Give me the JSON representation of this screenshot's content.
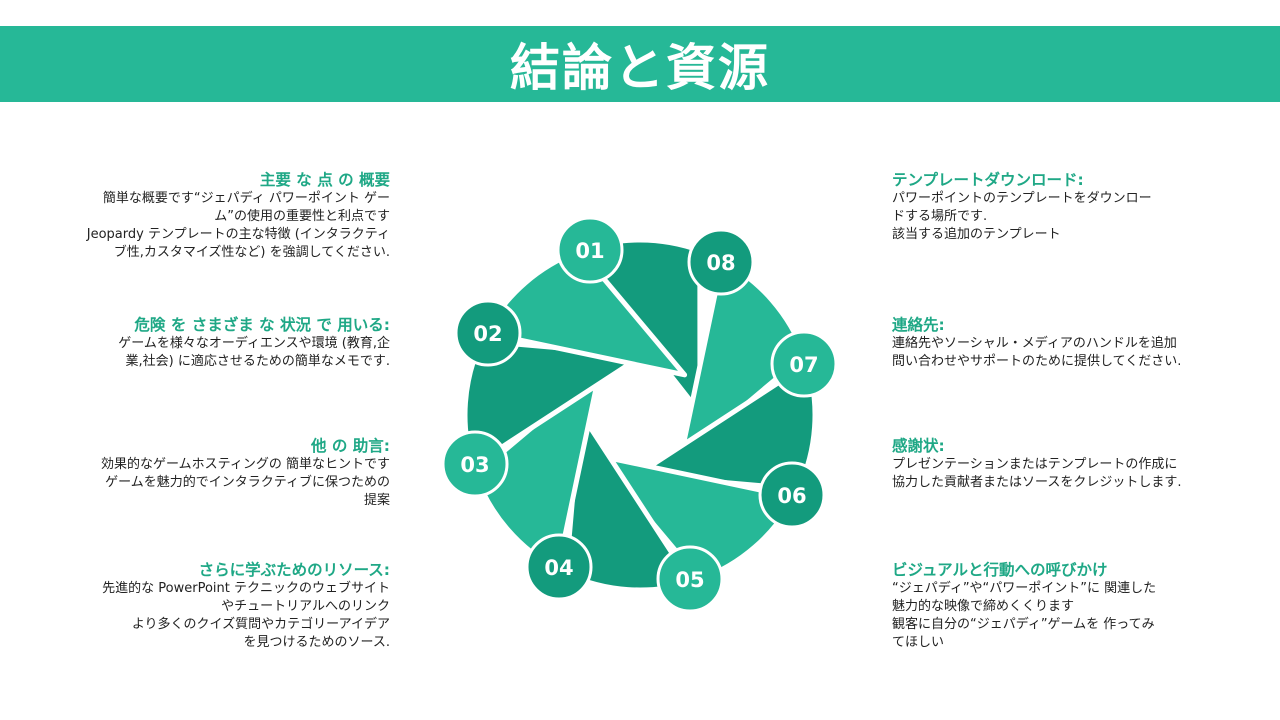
{
  "title": "結論と資源",
  "colors": {
    "accent": "#26b897",
    "dark": "#139b7d",
    "heading": "#1fa886"
  },
  "left_sections": [
    {
      "heading": "主要 な 点 の 概要",
      "lines": [
        "簡単な概要です“ジェパディ パワーポイント ゲー",
        "ム”の使用の重要性と利点です",
        "Jeopardy テンプレートの主な特徴 (インタラクティ",
        "ブ性,カスタマイズ性など) を強調してください."
      ]
    },
    {
      "heading": "危険 を さまざま な 状況 で 用いる:",
      "lines": [
        "ゲームを様々なオーディエンスや環境 (教育,企",
        "業,社会) に適応させるための簡単なメモです."
      ]
    },
    {
      "heading": "他 の 助言:",
      "lines": [
        "効果的なゲームホスティングの 簡単なヒントです",
        "ゲームを魅力的でインタラクティブに保つための",
        "提案"
      ]
    },
    {
      "heading": "さらに学ぶためのリソース:",
      "lines": [
        "先進的な PowerPoint テクニックのウェブサイト",
        "やチュートリアルへのリンク",
        "より多くのクイズ質問やカテゴリーアイデア",
        "を見つけるためのソース."
      ]
    }
  ],
  "right_sections": [
    {
      "heading": "テンプレートダウンロード:",
      "lines": [
        "パワーポイントのテンプレートをダウンロー",
        "ドする場所です.",
        "該当する追加のテンプレート"
      ]
    },
    {
      "heading": "連絡先:",
      "lines": [
        "連絡先やソーシャル・メディアのハンドルを追加",
        "問い合わせやサポートのために提供してください."
      ]
    },
    {
      "heading": "感謝状:",
      "lines": [
        "プレゼンテーションまたはテンプレートの作成に",
        "協力した貢献者またはソースをクレジットします."
      ]
    },
    {
      "heading": "ビジュアルと行動への呼びかけ",
      "lines": [
        "“ジェパディ”や“パワーポイント”に 関連した",
        "魅力的な映像で締めくくります",
        "観客に自分の“ジェパディ”ゲームを 作ってみ",
        "てほしい"
      ]
    }
  ],
  "wheel_labels": [
    "01",
    "02",
    "03",
    "04",
    "05",
    "06",
    "07",
    "08"
  ]
}
